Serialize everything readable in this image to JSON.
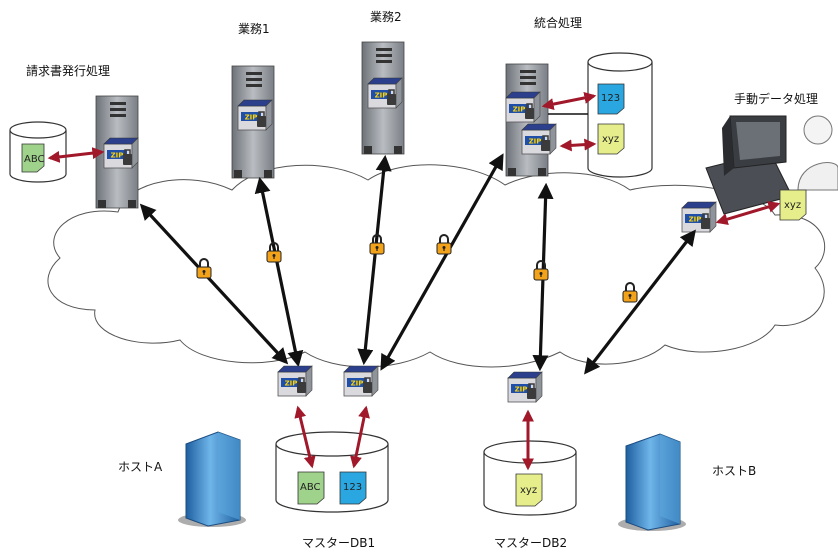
{
  "labels": {
    "invoice": "請求書発行処理",
    "biz1": "業務1",
    "biz2": "業務2",
    "integration": "統合処理",
    "manual": "手動データ処理",
    "hostA": "ホストA",
    "hostB": "ホストB",
    "masterDB1": "マスターDB1",
    "masterDB2": "マスターDB2"
  },
  "documents": {
    "invoice_doc": "ABC",
    "integ_doc1": "123",
    "integ_doc2": "xyz",
    "manual_doc": "xyz",
    "db1_doc1": "ABC",
    "db1_doc2": "123",
    "db2_doc": "xyz"
  },
  "icons": {
    "zip_badge_text": "ZIP"
  },
  "colors": {
    "doc_green": "#9fd28a",
    "doc_blue": "#2aa6e0",
    "doc_yellow": "#e6ee8c",
    "arrow_red": "#a0182a",
    "arrow_black": "#111111",
    "lock_orange": "#f2a31a",
    "host_blue": "#2f86c8"
  }
}
